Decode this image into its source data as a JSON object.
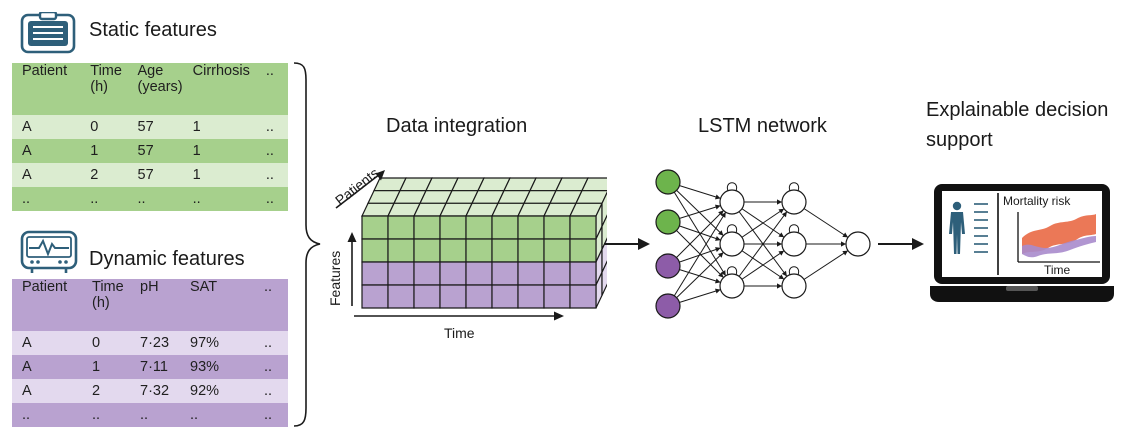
{
  "static": {
    "title": "Static features",
    "headers": [
      [
        "Patient"
      ],
      [
        "Time",
        "(h)"
      ],
      [
        "Age",
        "(years)"
      ],
      [
        "Cirrhosis"
      ],
      [
        ".."
      ]
    ],
    "rows": [
      [
        "A",
        "0",
        "57",
        "1",
        ".."
      ],
      [
        "A",
        "1",
        "57",
        "1",
        ".."
      ],
      [
        "A",
        "2",
        "57",
        "1",
        ".."
      ],
      [
        "..",
        "..",
        "..",
        "..",
        ".."
      ]
    ]
  },
  "dynamic": {
    "title": "Dynamic features",
    "headers": [
      [
        "Patient"
      ],
      [
        "Time",
        "(h)"
      ],
      [
        "pH"
      ],
      [
        "SAT"
      ],
      [
        ".."
      ]
    ],
    "rows": [
      [
        "A",
        "0",
        "7·23",
        "97%",
        ".."
      ],
      [
        "A",
        "1",
        "7·11",
        "93%",
        ".."
      ],
      [
        "A",
        "2",
        "7·32",
        "92%",
        ".."
      ],
      [
        "..",
        "..",
        "..",
        "..",
        ".."
      ]
    ]
  },
  "integration": {
    "title": "Data integration",
    "axis_patients": "Patients",
    "axis_features": "Features",
    "axis_time": "Time"
  },
  "lstm": {
    "title": "LSTM network"
  },
  "decision": {
    "title_line1": "Explainable decision",
    "title_line2": "support",
    "chart_title": "Mortality risk",
    "chart_xlabel": "Time"
  },
  "colors": {
    "green_dark": "#a6d08c",
    "green_light": "#dbecd0",
    "purple_dark": "#b9a2d0",
    "purple_light": "#e3d9ee",
    "icon_blue": "#2e5f7a",
    "node_green": "#6db44c",
    "node_purple": "#8d5ca8",
    "risk_orange": "#e8603a",
    "risk_purple": "#a98bcc"
  }
}
